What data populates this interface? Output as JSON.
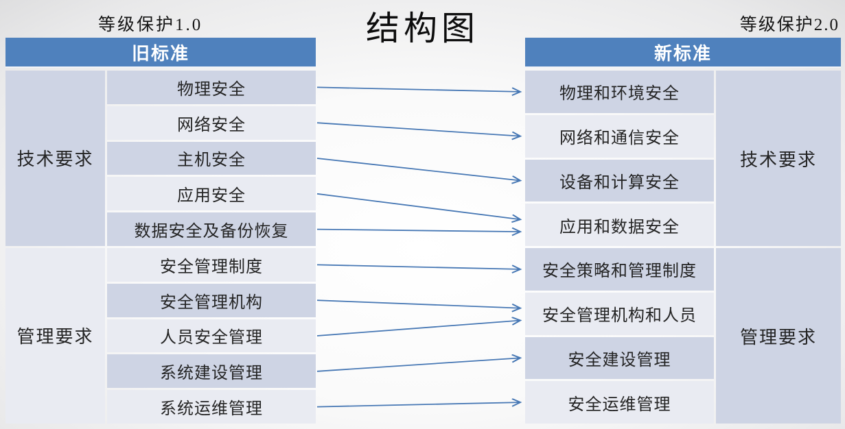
{
  "page": {
    "title": "结构图",
    "left_caption": "等级保护1.0",
    "right_caption": "等级保护2.0"
  },
  "colors": {
    "header_blue": "#4f81bd",
    "row_dark": "#ced4e4",
    "row_light": "#e9ebf2",
    "arrow_blue": "#4677b4",
    "header_text": "#ffffff"
  },
  "left_table": {
    "header": "旧标准",
    "groups": [
      {
        "label": "技术要求",
        "rows": [
          "物理安全",
          "网络安全",
          "主机安全",
          "应用安全",
          "数据安全及备份恢复"
        ]
      },
      {
        "label": "管理要求",
        "rows": [
          "安全管理制度",
          "安全管理机构",
          "人员安全管理",
          "系统建设管理",
          "系统运维管理"
        ]
      }
    ]
  },
  "right_table": {
    "header": "新标准",
    "groups": [
      {
        "label": "技术要求",
        "rows": [
          "物理和环境安全",
          "网络和通信安全",
          "设备和计算安全",
          "应用和数据安全"
        ]
      },
      {
        "label": "管理要求",
        "rows": [
          "安全策略和管理制度",
          "安全管理机构和人员",
          "安全建设管理",
          "安全运维管理"
        ]
      }
    ]
  },
  "mappings": [
    {
      "from_label": "物理安全",
      "to_label": "物理和环境安全",
      "from_row": 0,
      "to_row": 0
    },
    {
      "from_label": "网络安全",
      "to_label": "网络和通信安全",
      "from_row": 1,
      "to_row": 1
    },
    {
      "from_label": "主机安全",
      "to_label": "设备和计算安全",
      "from_row": 2,
      "to_row": 2
    },
    {
      "from_label": "应用安全",
      "to_label": "应用和数据安全",
      "from_row": 3,
      "to_row": 3
    },
    {
      "from_label": "数据安全及备份恢复",
      "to_label": "应用和数据安全",
      "from_row": 4,
      "to_row": 3
    },
    {
      "from_label": "安全管理制度",
      "to_label": "安全策略和管理制度",
      "from_row": 5,
      "to_row": 4
    },
    {
      "from_label": "安全管理机构",
      "to_label": "安全管理机构和人员",
      "from_row": 6,
      "to_row": 5
    },
    {
      "from_label": "人员安全管理",
      "to_label": "安全管理机构和人员",
      "from_row": 7,
      "to_row": 5
    },
    {
      "from_label": "系统建设管理",
      "to_label": "安全建设管理",
      "from_row": 8,
      "to_row": 6
    },
    {
      "from_label": "系统运维管理",
      "to_label": "安全运维管理",
      "from_row": 9,
      "to_row": 7
    }
  ]
}
